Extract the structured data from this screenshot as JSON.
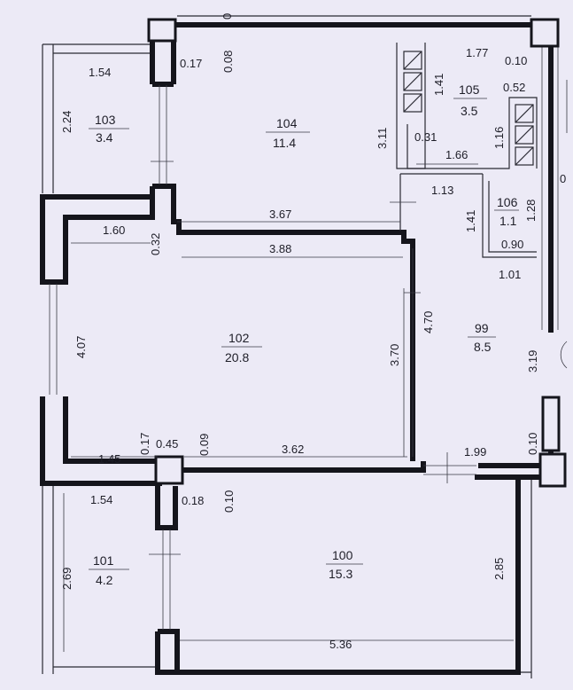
{
  "rooms": [
    {
      "number": "103",
      "area": "3.4"
    },
    {
      "number": "104",
      "area": "11.4"
    },
    {
      "number": "105",
      "area": "3.5"
    },
    {
      "number": "106",
      "area": "1.1"
    },
    {
      "number": "102",
      "area": "20.8"
    },
    {
      "number": "99",
      "area": "8.5"
    },
    {
      "number": "101",
      "area": "4.2"
    },
    {
      "number": "100",
      "area": "15.3"
    }
  ],
  "dimensions": [
    "0",
    "0.08",
    "0.17",
    "1.54",
    "2.24",
    "1.77",
    "0.10",
    "1.41",
    "0.52",
    "3.11",
    "0.31",
    "1.16",
    "1.66",
    "0",
    "1.13",
    "1.41",
    "1.28",
    "0.90",
    "1.01",
    "3.67",
    "1.60",
    "0.32",
    "3.88",
    "4.70",
    "4.07",
    "3.70",
    "3.19",
    "0.17",
    "0.45",
    "0.09",
    "1.45",
    "3.62",
    "1.99",
    "0.10",
    "1.54",
    "0.18",
    "0.10",
    "2.69",
    "2.85",
    "5.36"
  ]
}
